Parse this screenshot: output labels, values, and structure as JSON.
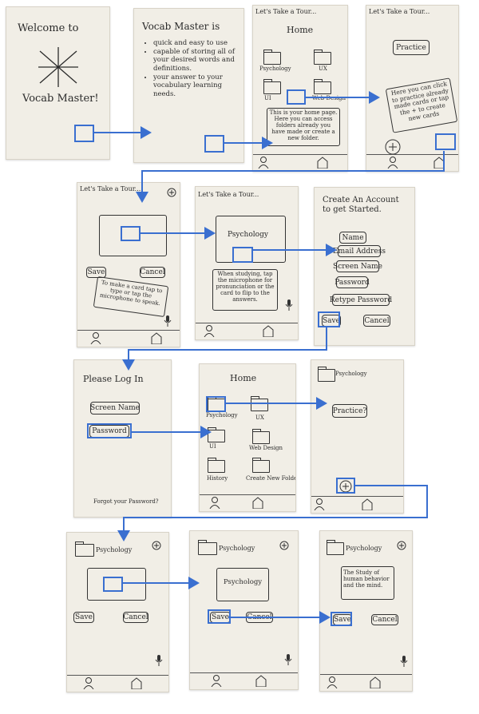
{
  "colors": {
    "arrow": "#3a6fd0",
    "paper": "#f1eee6",
    "ink": "#2b2b2b"
  },
  "s1": {
    "line1": "Welcome to",
    "line2": "Vocab Master!"
  },
  "s2": {
    "title": "Vocab Master is",
    "bullets": [
      "quick and easy to use",
      "capable of storing all of your desired words and definitions.",
      "your answer to your vocabulary learning needs."
    ]
  },
  "s3": {
    "tour": "Let's Take a Tour...",
    "title": "Home",
    "folders": [
      "Psychology",
      "UX",
      "UI",
      "Web Design"
    ],
    "callout": "This is your home page. Here you can access folders already you have made or create a new folder."
  },
  "s4": {
    "tour": "Let's Take a Tour...",
    "practice": "Practice",
    "callout": "Here you can click to practice already made cards or tap the + to create new cards"
  },
  "s5": {
    "tour": "Let's Take a Tour...",
    "save": "Save",
    "cancel": "Cancel",
    "callout": "To make a card tap to type or tap the microphone to speak."
  },
  "s6": {
    "tour": "Let's Take a Tour...",
    "card": "Psychology",
    "callout": "When studying, tap the microphone for pronunciation or the card to flip to the answers."
  },
  "s7": {
    "title": "Create An Account to get Started.",
    "fields": [
      "Name",
      "Email Address",
      "Screen Name",
      "Password",
      "Retype Password"
    ],
    "save": "Save",
    "cancel": "Cancel"
  },
  "s8": {
    "title": "Please Log In",
    "screen_name": "Screen Name",
    "password": "Password",
    "forgot": "Forgot your Password?"
  },
  "s9": {
    "title": "Home",
    "folders": [
      "Psychology",
      "UX",
      "UI",
      "Web Design",
      "History",
      "Create New Folder"
    ]
  },
  "s10": {
    "folder": "Psychology",
    "practice": "Practice?"
  },
  "s11": {
    "folder": "Psychology",
    "save": "Save",
    "cancel": "Cancel"
  },
  "s12": {
    "folder": "Psychology",
    "card": "Psychology",
    "save": "Save",
    "cancel": "Cancel"
  },
  "s13": {
    "folder": "Psychology",
    "card": "The Study of human behavior and the mind.",
    "save": "Save",
    "cancel": "Cancel"
  }
}
